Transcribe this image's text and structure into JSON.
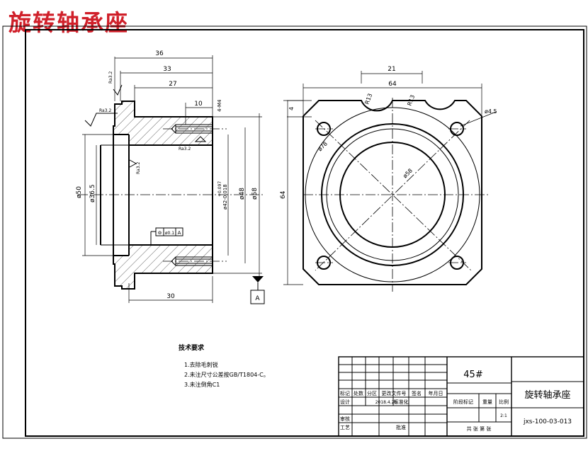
{
  "title": "旋转轴承座",
  "section_view": {
    "dims": {
      "d36": "36",
      "d33": "33",
      "d27": "27",
      "d10": "10",
      "d30": "30",
      "d50": "ø50",
      "d36_5": "ø36.5",
      "d42": "ø42-0.018",
      "d42_tol": "+0.097",
      "d48": "ø48",
      "d58": "ø58",
      "m4": "4-M4"
    },
    "roughness": [
      "Ra3.2",
      "Ra3.2",
      "Ra3.2",
      "Ra3.2"
    ],
    "tolerance": {
      "symbol": "⊚",
      "value": "ø0.1",
      "datum": "A"
    },
    "datum_label": "A"
  },
  "front_view": {
    "dims": {
      "d21": "21",
      "d64_top": "64",
      "d4": "4",
      "r13a": "R13",
      "r13b": "R13",
      "d4_5": "ø4.5",
      "d78": "ø78",
      "d58": "ø58",
      "d64_left": "64"
    }
  },
  "notes": {
    "heading": "技术要求",
    "items": [
      "1.去除毛刺锐",
      "2.未注尺寸公差按GB/T1804-C。",
      "3.未注倒角C1"
    ]
  },
  "title_block": {
    "material": "45#",
    "part_name": "旋转轴承座",
    "drawing_no": "jxs-100-03-013",
    "scale": "2:1",
    "col_labels": [
      "标记",
      "处数",
      "分区",
      "更改文件号",
      "签名",
      "年月日"
    ],
    "row_design": "设计",
    "date_value": "2018.4.26",
    "standardize": "标准化",
    "row_check": "审核",
    "row_process": "工艺",
    "approve": "批准",
    "stage_label": "阶段标记",
    "weight_label": "重量",
    "scale_label": "比例",
    "sheets_text": "共  张 第  张"
  }
}
